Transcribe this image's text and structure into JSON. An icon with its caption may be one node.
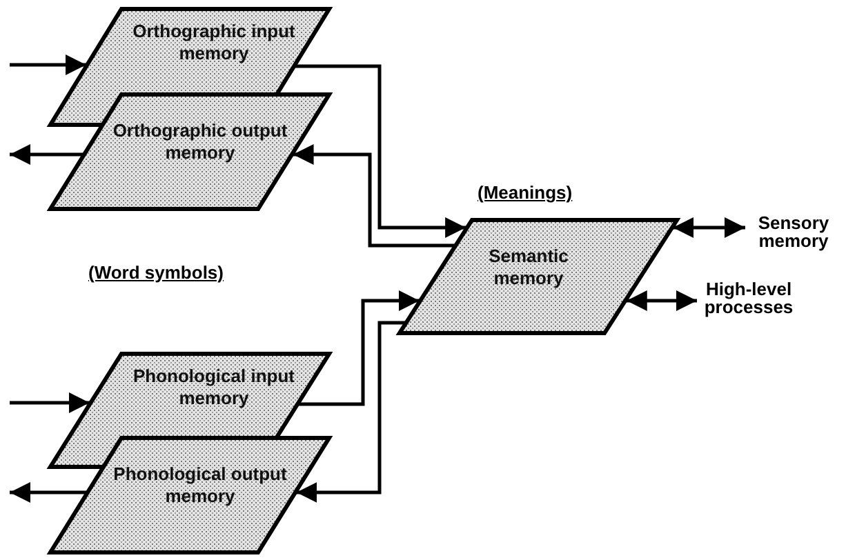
{
  "diagram": {
    "nodes": [
      {
        "text": [
          "Orthographic input memory"
        ]
      },
      {
        "text": [
          "Orthographic output memory"
        ]
      },
      {
        "text": [
          "Semantic memory"
        ]
      },
      {
        "text": [
          "Phonological input memory"
        ]
      },
      {
        "text": [
          "Phonological output memory"
        ]
      },
      {
        "text": [
          "Sensory memory"
        ]
      },
      {
        "text": [
          "High-level processes"
        ]
      }
    ],
    "edges": [
      {
        "from": null,
        "to": 0,
        "arrow": "to"
      },
      {
        "from": 1,
        "to": null,
        "arrow": "to"
      },
      {
        "from": 0,
        "to": 2,
        "arrow": "to"
      },
      {
        "from": 2,
        "to": 1,
        "arrow": "to"
      },
      {
        "from": null,
        "to": 3,
        "arrow": "to"
      },
      {
        "from": 4,
        "to": null,
        "arrow": "to"
      },
      {
        "from": 3,
        "to": 2,
        "arrow": "to"
      },
      {
        "from": 2,
        "to": 4,
        "arrow": "to"
      },
      {
        "from": 2,
        "to": 5,
        "arrow": "both"
      },
      {
        "from": 2,
        "to": 6,
        "arrow": "both"
      }
    ],
    "labels": [
      "(Meanings)",
      "(Word symbols)"
    ]
  }
}
